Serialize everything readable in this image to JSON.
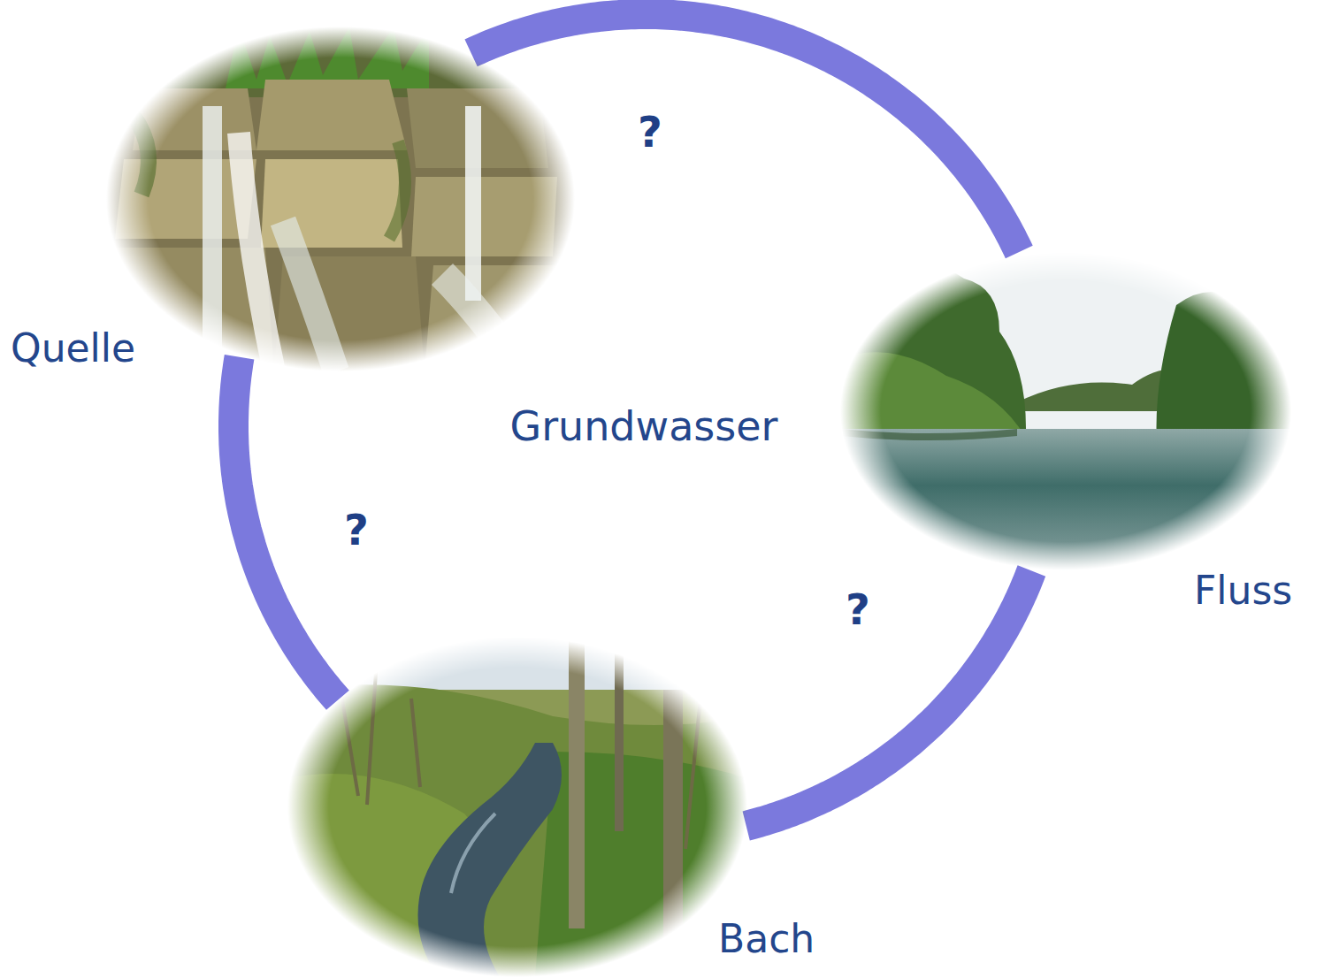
{
  "diagram": {
    "nodes": [
      {
        "text": [
          "Quelle"
        ]
      },
      {
        "text": [
          "Fluss"
        ]
      },
      {
        "text": [
          "Bach"
        ]
      }
    ],
    "edges": [
      {
        "from": 0,
        "to": 1,
        "arrow": "none",
        "label": "?"
      },
      {
        "from": 1,
        "to": 2,
        "arrow": "none",
        "label": "?"
      },
      {
        "from": 2,
        "to": 0,
        "arrow": "none",
        "label": "?"
      }
    ],
    "labels": [
      "Grundwasser"
    ]
  }
}
